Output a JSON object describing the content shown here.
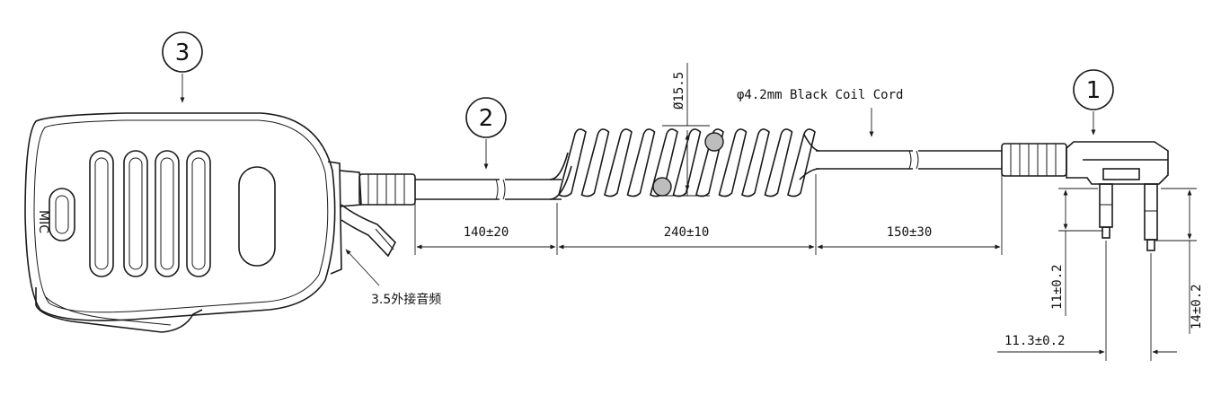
{
  "callouts": {
    "connector": "1",
    "cable": "2",
    "mic": "3"
  },
  "mic": {
    "label": "MIC"
  },
  "labels": {
    "coil_diameter": "Ø15.5",
    "coil_cord": "φ4.2mm Black Coil Cord",
    "audio_jack": "3.5外接音频"
  },
  "dimensions": {
    "straight_section": "140±20",
    "coil_section": "240±10",
    "tail_section": "150±30",
    "pin_short": "11±0.2",
    "pin_long": "14±0.2",
    "pin_spacing": "11.3±0.2"
  }
}
